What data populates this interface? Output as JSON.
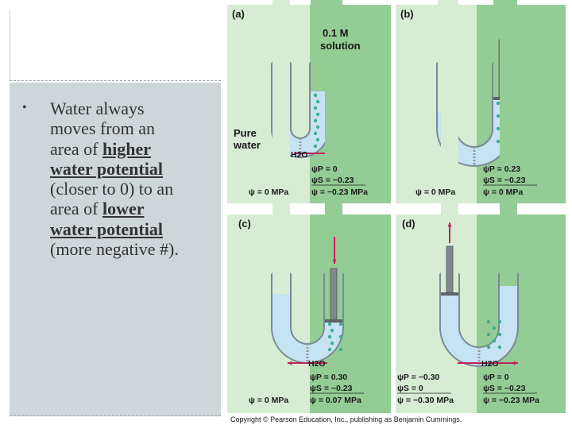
{
  "slide": {
    "bullet": {
      "lines": [
        {
          "parts": [
            {
              "t": "Water always"
            }
          ]
        },
        {
          "parts": [
            {
              "t": "moves from an"
            }
          ]
        },
        {
          "parts": [
            {
              "t": "area of "
            },
            {
              "t": "higher",
              "u": true
            }
          ]
        },
        {
          "parts": [
            {
              "t": "water potential",
              "u": true
            }
          ]
        },
        {
          "parts": [
            {
              "t": "(closer to 0) to an"
            }
          ]
        },
        {
          "parts": [
            {
              "t": "area of "
            },
            {
              "t": "lower",
              "u": true
            }
          ]
        },
        {
          "parts": [
            {
              "t": "water potential",
              "u": true
            }
          ]
        },
        {
          "parts": [
            {
              "t": "(more negative #)."
            }
          ]
        }
      ]
    }
  },
  "figure": {
    "panels": {
      "a": {
        "label": "(a)",
        "solution_line1": "0.1 M",
        "solution_line2": "solution",
        "pure_line1": "Pure",
        "pure_line2": "water",
        "h2o": "H2O",
        "left_psi": "ψ = 0 MPa",
        "psiP": "ψP =  0",
        "psiS": "ψS = −0.23",
        "psi": "ψ  = −0.23 MPa"
      },
      "b": {
        "label": "(b)",
        "left_psi": "ψ = 0 MPa",
        "psiP": "ψP =  0.23",
        "psiS": "ψS = −0.23",
        "psi": "ψ  =  0 MPa"
      },
      "c": {
        "label": "(c)",
        "h2o": "H2O",
        "left_psi": "ψ = 0 MPa",
        "psiP": "ψP =  0.30",
        "psiS": "ψS = −0.23",
        "psi": "ψ  =  0.07 MPa"
      },
      "d": {
        "label": "(d)",
        "h2o": "H2O",
        "psiP_left": "ψP = −0.30",
        "psiS_left": "ψS =  0",
        "psi_left": "ψ  = −0.30 MPa",
        "psiP": "ψP =  0",
        "psiS": "ψS = −0.23",
        "psi": "ψ  = −0.23 MPa"
      }
    },
    "copyright": "Copyright © Pearson Education, Inc., publishing as Benjamin Cummings.",
    "colors": {
      "light_green": "#d6edd3",
      "dark_green": "#93cc95",
      "water": "#c6e3f3",
      "tube": "#7a8a96",
      "dots": "#3fae8e",
      "arrow": "#c0245a"
    }
  }
}
